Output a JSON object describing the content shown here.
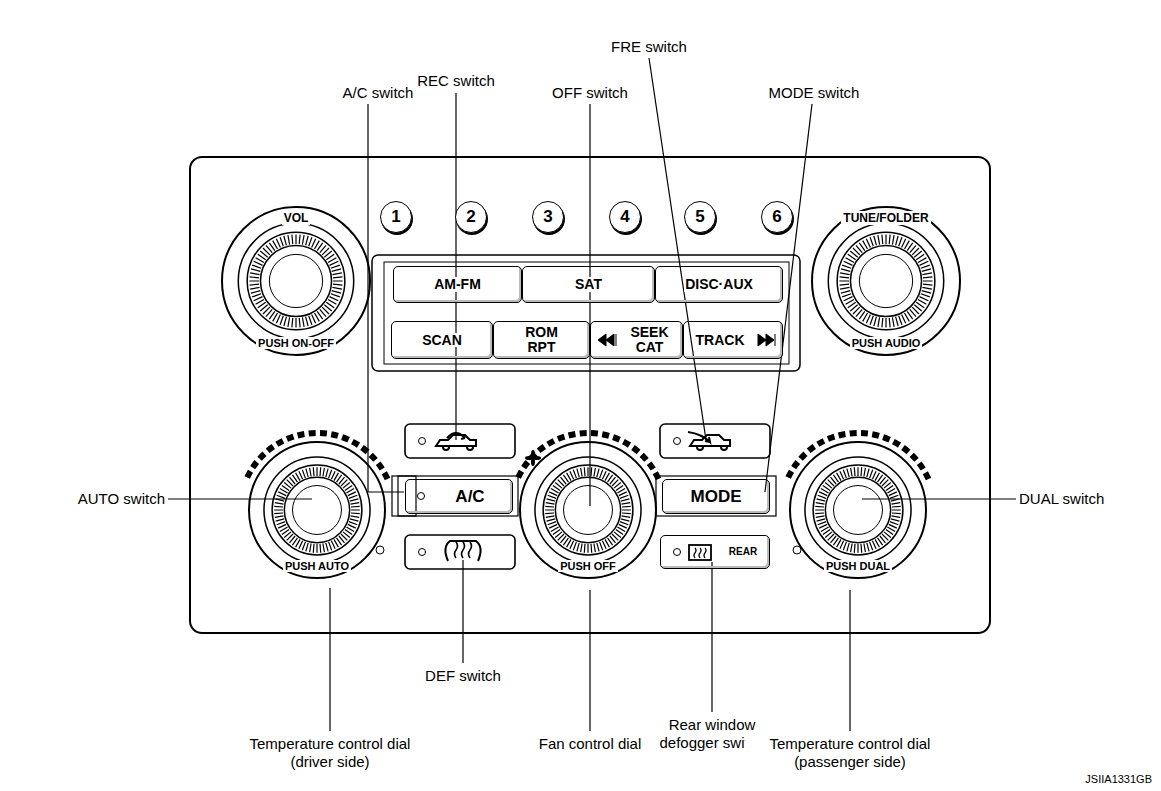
{
  "diagram": {
    "nodes": [
      {
        "text": [
          "1"
        ]
      },
      {
        "text": [
          "2"
        ]
      },
      {
        "text": [
          "3"
        ]
      },
      {
        "text": [
          "4"
        ]
      },
      {
        "text": [
          "5"
        ]
      },
      {
        "text": [
          "6"
        ]
      },
      {
        "text": [
          "VOL",
          "PUSH ON-OFF"
        ]
      },
      {
        "text": [
          "TUNE/FOLDER",
          "PUSH AUDIO"
        ]
      },
      {
        "text": [
          "AM-FM"
        ]
      },
      {
        "text": [
          "SAT"
        ]
      },
      {
        "text": [
          "DISC·AUX"
        ]
      },
      {
        "text": [
          "SCAN"
        ]
      },
      {
        "text": [
          "ROM RPT"
        ]
      },
      {
        "text": [
          "SEEK CAT"
        ]
      },
      {
        "text": [
          "TRACK"
        ]
      },
      {
        "text": [
          "PUSH AUTO"
        ]
      },
      {
        "text": [
          "A/C"
        ]
      },
      {
        "text": [
          "PUSH OFF"
        ]
      },
      {
        "text": [
          "MODE"
        ]
      },
      {
        "text": [
          "PUSH DUAL"
        ]
      },
      {
        "text": [
          "REAR"
        ]
      }
    ],
    "labels": [
      "REC switch",
      "FRE switch",
      "A/C switch",
      "OFF switch",
      "MODE switch",
      "AUTO switch",
      "DUAL switch",
      "DEF switch",
      "Rear window defogger switch",
      "Temperature control dial (driver side)",
      "Fan control dial",
      "Temperature control dial (passenger side)",
      "JSIIA1331GB"
    ]
  }
}
